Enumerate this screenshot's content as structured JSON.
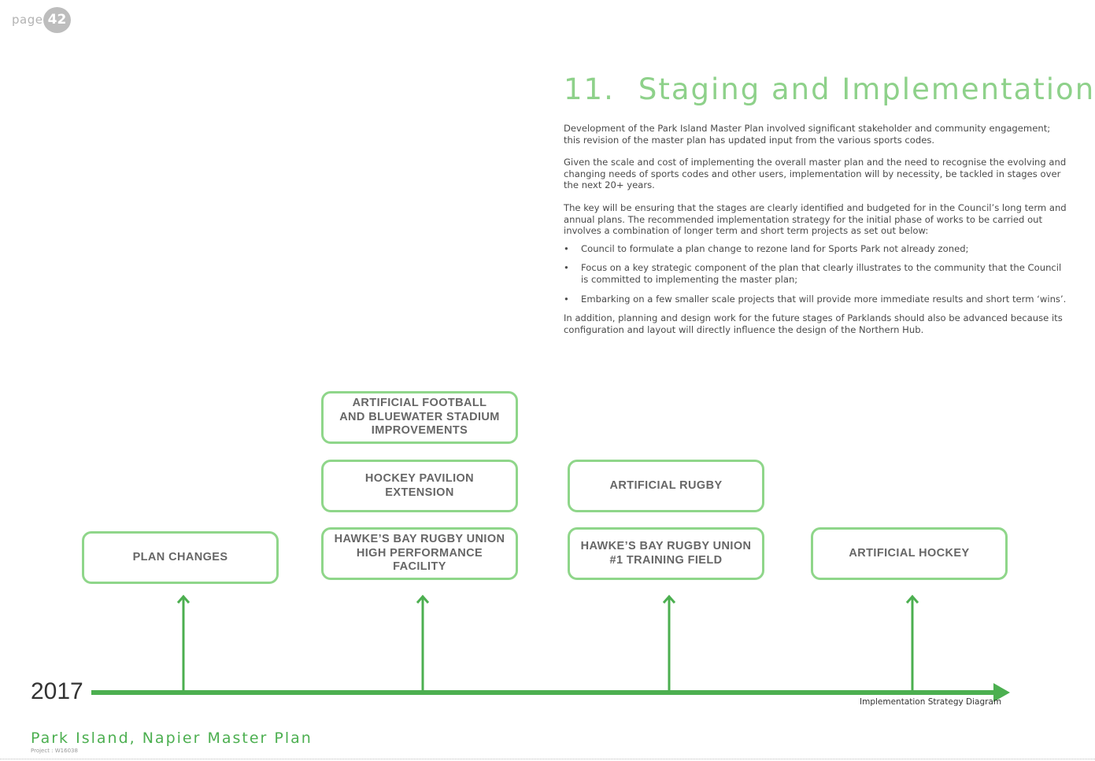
{
  "header": {
    "page_word": "page",
    "page_number": "42"
  },
  "section": {
    "number": "11.",
    "title": "Staging and Implementation",
    "paragraphs": [
      "Development of the Park Island Master Plan involved significant stakeholder and community engagement; this revision of the master plan has updated input from the various sports codes.",
      "Given the scale and cost of implementing the overall master plan and the need to recognise the evolving and changing needs of sports codes and other users, implementation will by necessity, be tackled in stages over the next 20+ years.",
      "The key will be ensuring that the stages are clearly identified and budgeted for in the Council’s long term and annual plans.  The recommended implementation strategy for the initial phase of works to be carried out involves a combination of longer term and short term projects as set out below:"
    ],
    "bullet_symbol": "•",
    "bullets": [
      "Council to formulate a plan change to rezone land for Sports Park not already zoned;",
      "Focus on a key strategic component of the plan that clearly illustrates to the community that the Council is committed to implementing the master plan;",
      "Embarking on a few smaller scale projects that will provide more immediate results and short term ‘wins’."
    ],
    "closing_paragraph": "In addition, planning and design work for the future stages of Parklands should also be advanced because its configuration and layout will directly influence the design of the Northern Hub."
  },
  "diagram": {
    "start_year": "2017",
    "caption": "Implementation Strategy Diagram",
    "stages": [
      {
        "boxes": [
          "PLAN CHANGES"
        ]
      },
      {
        "boxes": [
          "HAWKE’S BAY RUGBY UNION\nHIGH PERFORMANCE FACILITY",
          "HOCKEY PAVILION EXTENSION",
          "ARTIFICIAL FOOTBALL\nAND BLUEWATER STADIUM\nIMPROVEMENTS"
        ]
      },
      {
        "boxes": [
          "HAWKE’S BAY RUGBY UNION\n#1 TRAINING FIELD",
          "ARTIFICIAL RUGBY"
        ]
      },
      {
        "boxes": [
          "ARTIFICIAL HOCKEY"
        ]
      }
    ],
    "colors": {
      "timeline": "#4caf50",
      "box_border": "#8fd68a",
      "box_text": "#666666"
    }
  },
  "footer": {
    "title": "Park Island, Napier Master Plan",
    "project": "Project : W16038"
  }
}
